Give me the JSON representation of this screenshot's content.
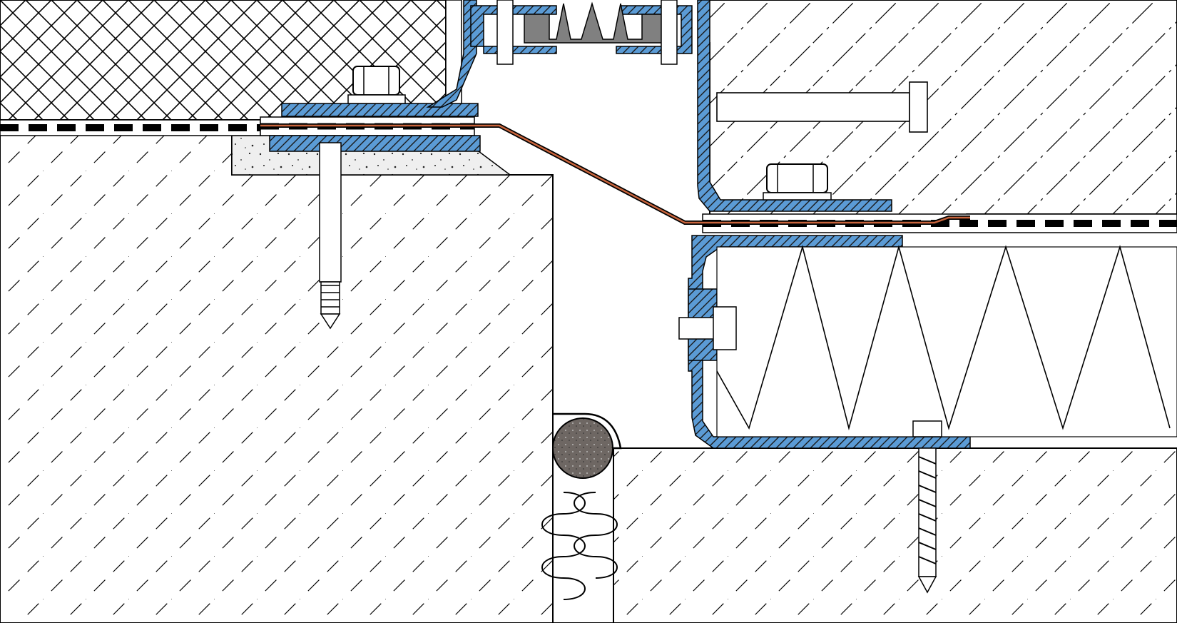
{
  "drawing": {
    "type": "construction-detail-section",
    "colors": {
      "line": "#000000",
      "steel_profile": "#5b9bd5",
      "copper_strip": "#c8643c",
      "mortar": "#ececec",
      "backer_rod": "#6e6763",
      "gasket": "#808080",
      "background": "#ffffff"
    },
    "components": [
      "left-concrete-slab",
      "right-concrete-slab",
      "insulation-board",
      "right-upper-concrete",
      "waterproof-membrane-left",
      "waterproof-membrane-right",
      "leveling-mortar-bed",
      "left-clamp-profile",
      "right-clamp-profile",
      "copper-expansion-strip",
      "rubber-expansion-gasket",
      "anchor-bolt",
      "hex-nut-left",
      "hex-nut-right",
      "side-bolt",
      "wall-tie",
      "concrete-screw",
      "backer-rod",
      "joint-filler-insulation",
      "zigzag-compressible-filler"
    ]
  }
}
